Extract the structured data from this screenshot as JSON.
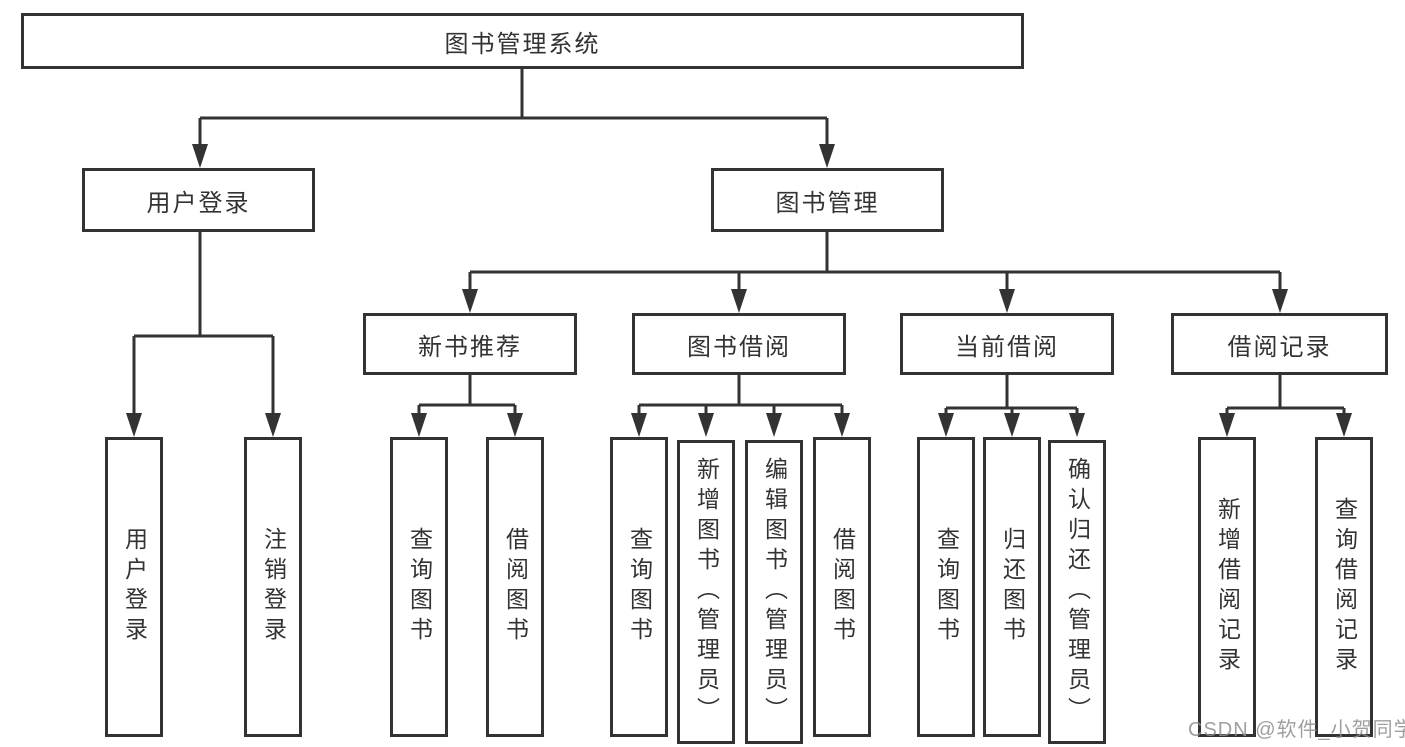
{
  "diagram": {
    "root": {
      "label": "图书管理系统"
    },
    "branches": [
      {
        "label": "用户登录",
        "children": [
          {
            "label": "用户登录"
          },
          {
            "label": "注销登录"
          }
        ]
      },
      {
        "label": "图书管理",
        "children": [
          {
            "label": "新书推荐",
            "children": [
              {
                "label": "查询图书"
              },
              {
                "label": "借阅图书"
              }
            ]
          },
          {
            "label": "图书借阅",
            "children": [
              {
                "label": "查询图书"
              },
              {
                "label": "新增图书（管理员）"
              },
              {
                "label": "编辑图书（管理员）"
              },
              {
                "label": "借阅图书"
              }
            ]
          },
          {
            "label": "当前借阅",
            "children": [
              {
                "label": "查询图书"
              },
              {
                "label": "归还图书"
              },
              {
                "label": "确认归还（管理员）"
              }
            ]
          },
          {
            "label": "借阅记录",
            "children": [
              {
                "label": "新增借阅记录"
              },
              {
                "label": "查询借阅记录"
              }
            ]
          }
        ]
      }
    ]
  },
  "watermark": {
    "text": "CSDN @软件_小贺同学",
    "color": "#8f8f8f"
  },
  "colors": {
    "line": "#333333",
    "box_border": "#333333",
    "text": "#333333",
    "background": "#ffffff"
  }
}
